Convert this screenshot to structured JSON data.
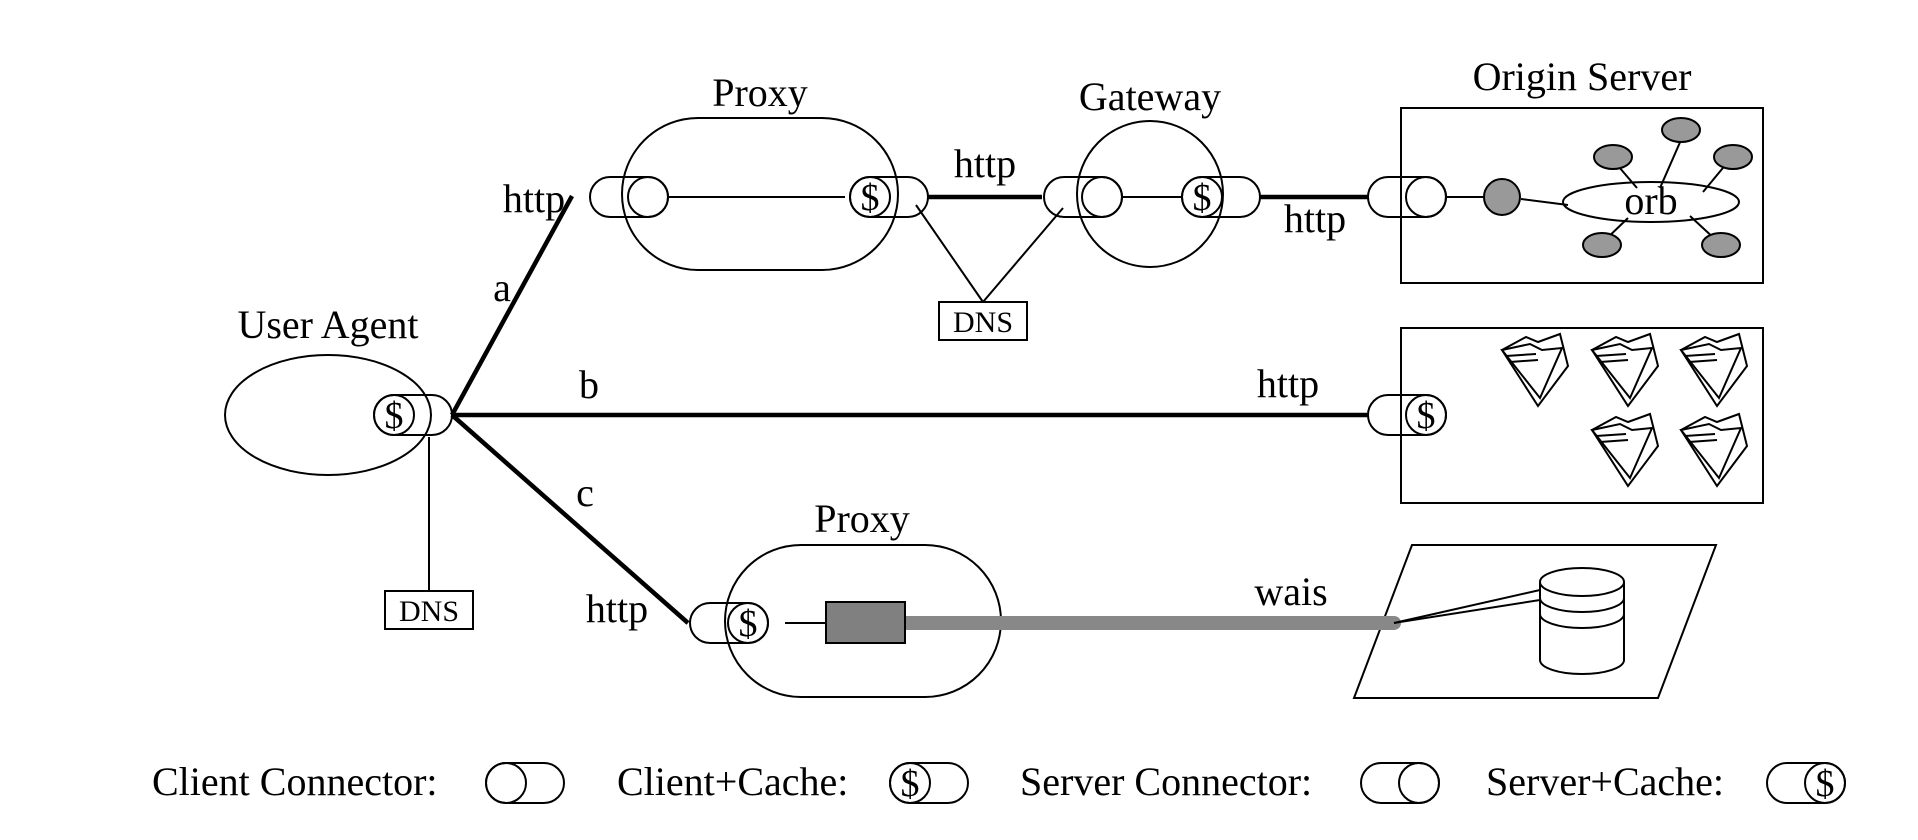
{
  "components": {
    "user_agent": "User Agent",
    "proxy_top": "Proxy",
    "gateway": "Gateway",
    "origin_server": "Origin Server",
    "proxy_bottom": "Proxy",
    "orb": "orb"
  },
  "links": {
    "http_proxy_in": "http",
    "http_proxy_gateway": "http",
    "http_gateway_origin": "http",
    "http_direct": "http",
    "http_proxy_bottom": "http",
    "wais": "wais",
    "path_a": "a",
    "path_b": "b",
    "path_c": "c"
  },
  "dns": {
    "top": "DNS",
    "bottom": "DNS"
  },
  "cache_symbol": "$",
  "legend": {
    "client_connector": "Client Connector:",
    "client_cache": "Client+Cache:",
    "server_connector": "Server Connector:",
    "server_cache": "Server+Cache:"
  },
  "colors": {
    "wais_link": "#888888",
    "wais_adapter": "#808080",
    "orb_node": "#999999"
  }
}
